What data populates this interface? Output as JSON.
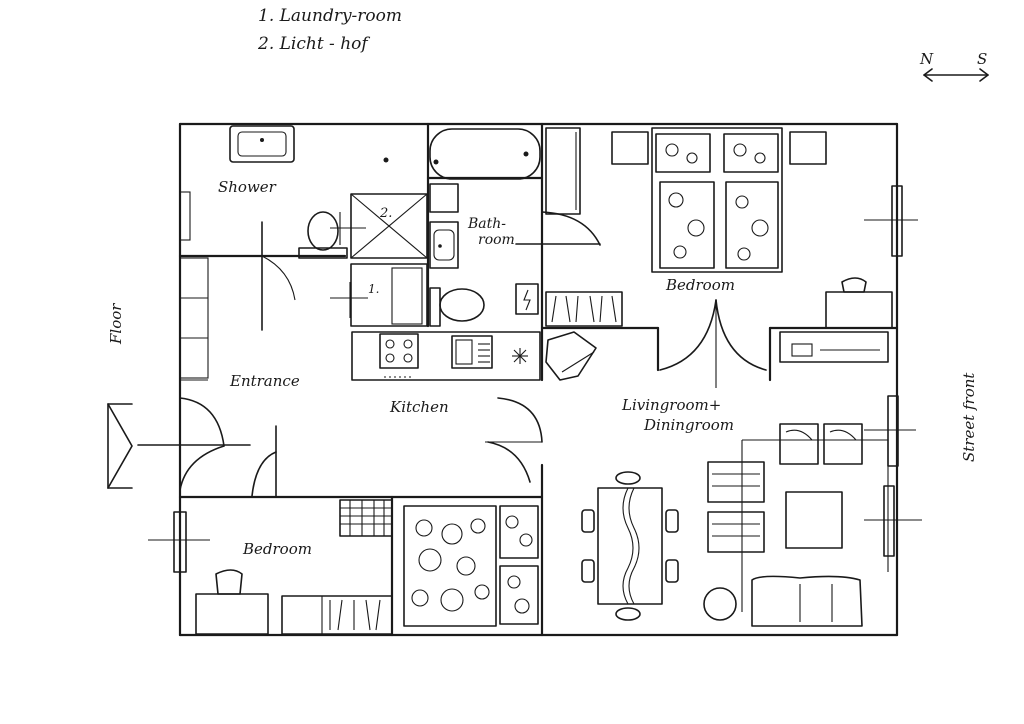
{
  "legend": {
    "item1": "1. Laundry-room",
    "item2": "2. Licht - hof"
  },
  "compass": {
    "north": "N",
    "south": "S"
  },
  "rooms": {
    "shower": "Shower",
    "bathroom_line1": "Bath-",
    "bathroom_line2": "room",
    "entrance": "Entrance",
    "kitchen": "Kitchen",
    "bedroom_north": "Bedroom",
    "bedroom_south": "Bedroom",
    "living_line1": "Livingroom+",
    "living_line2": "Diningroom"
  },
  "markers": {
    "lichthof": "2.",
    "laundry": "1."
  },
  "side_labels": {
    "floor": "Floor",
    "street": "Street front"
  }
}
